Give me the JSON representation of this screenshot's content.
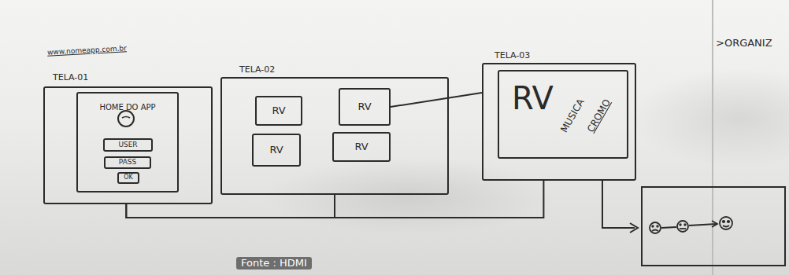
{
  "diagram": {
    "nodes": [
      {
        "text": [
          "TELA-01"
        ]
      },
      {
        "text": [
          "HOME DO APP"
        ],
        "in": 0
      },
      {
        "text": [
          "USER"
        ],
        "in": 1
      },
      {
        "text": [
          "PASS"
        ],
        "in": 1
      },
      {
        "text": [
          "OK"
        ],
        "in": 1
      },
      {
        "text": [
          "TELA-02"
        ]
      },
      {
        "text": [
          "RV"
        ],
        "in": 5
      },
      {
        "text": [
          "RV"
        ],
        "in": 5
      },
      {
        "text": [
          "RV"
        ],
        "in": 5
      },
      {
        "text": [
          "RV"
        ],
        "in": 5
      },
      {
        "text": [
          "TELA-03"
        ]
      },
      {
        "text": [
          "RV",
          "MUSICA",
          "CROMO"
        ],
        "in": 10
      }
    ],
    "edges": [
      {
        "from": 7,
        "to": 10,
        "arrow": "none"
      },
      {
        "from": 0,
        "to": 5,
        "arrow": "none"
      },
      {
        "from": 0,
        "to": 10,
        "arrow": "none"
      }
    ],
    "labels": [
      "www.nomeapp.com.br",
      ">ORGANIZ",
      "Fonte : HDMI"
    ]
  }
}
